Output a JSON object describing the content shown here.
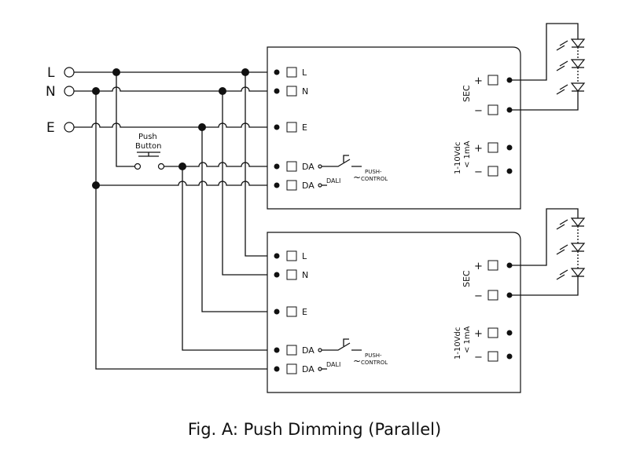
{
  "supply": {
    "l": "L",
    "n": "N",
    "e": "E"
  },
  "push_button": {
    "line1": "Push",
    "line2": "Button"
  },
  "terminals": {
    "l": "L",
    "n": "N",
    "e": "E",
    "da": "DA",
    "plus": "+",
    "minus": "−"
  },
  "sec": "SEC",
  "dim": {
    "line1": "1-10Vdc",
    "line2": "< 1mA"
  },
  "dali": "DALI",
  "tilde": "~",
  "push_control": {
    "line1": "PUSH-",
    "line2": "CONTROL"
  },
  "caption": "Fig. A: Push Dimming (Parallel)"
}
